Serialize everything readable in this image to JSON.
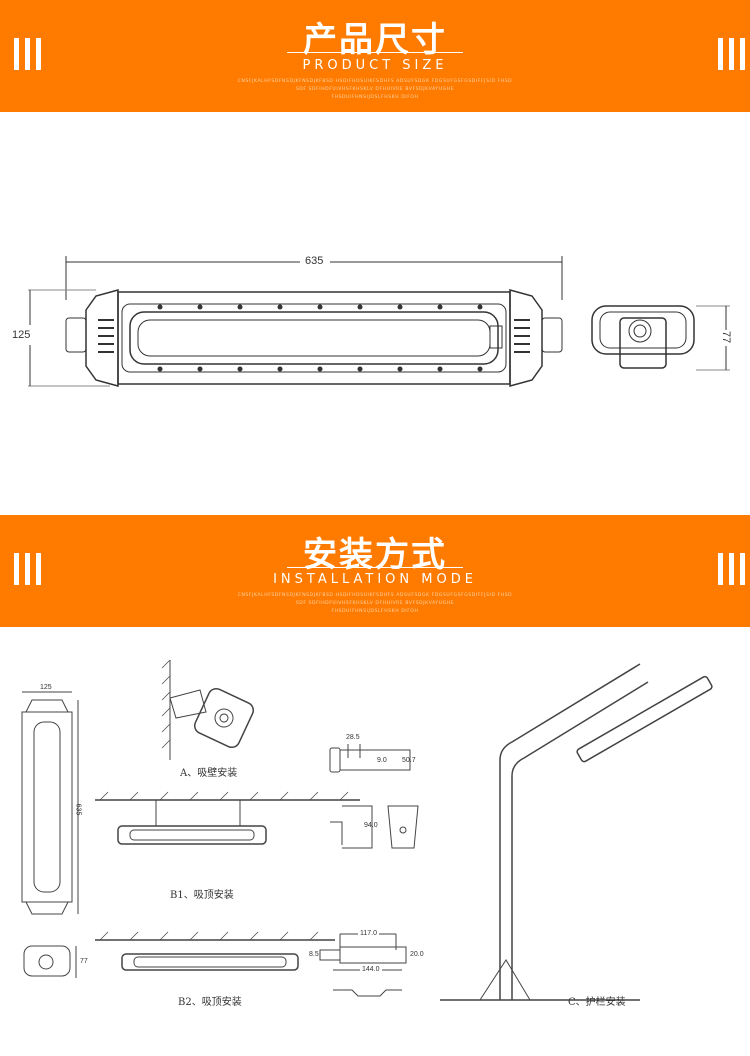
{
  "sections": [
    {
      "title": "产品尺寸",
      "subtitle": "PRODUCT SIZE",
      "filler": [
        "CNSFJKALHFSDFNSDJKFNSDJKFBSD HSDIFHDSUIKFSDHFS ADSUFSDGK FDGSUFGSFGSDIFFJSID FHSD",
        "SDF SDFIHDFUIVHSFKHSKLV DFHUIVRE BVFSDJKVAYUGHE",
        "FHSDUIFHNSIJDSLFHSKH DIFOH"
      ]
    },
    {
      "title": "安装方式",
      "subtitle": "INSTALLATION MODE",
      "filler": [
        "CNSFJKALHFSDFNSDJKFNSDJKFBSD HSDIFHDSUIKFSDHFS ADSUFSDGK FDGSUFGSFGSDIFFJSID FHSD",
        "SDF SDFIHDFUIVHSFKHSKLV DFHUIVRE BVFSDJKVAYUGHE",
        "FHSDUIFHNSIJDSLFHSKH DIFOH"
      ]
    }
  ],
  "product_size": {
    "length": "635",
    "height": "125",
    "depth": "77"
  },
  "installation": {
    "front_width": "125",
    "front_length": "635",
    "side_depth": "77",
    "bracket_a": {
      "d1": "28.5",
      "d2": "9.0",
      "d3": "50.7",
      "d4": "94.0"
    },
    "bracket_b": {
      "d1": "117.0",
      "d2": "8.5",
      "d3": "20.0",
      "d4": "144.0"
    },
    "captions": {
      "a": "A、吸壁安装",
      "b1": "B1、吸顶安装",
      "b2": "B2、吸顶安装",
      "c": "C、护栏安装"
    }
  },
  "colors": {
    "band": "#ff7b00"
  }
}
